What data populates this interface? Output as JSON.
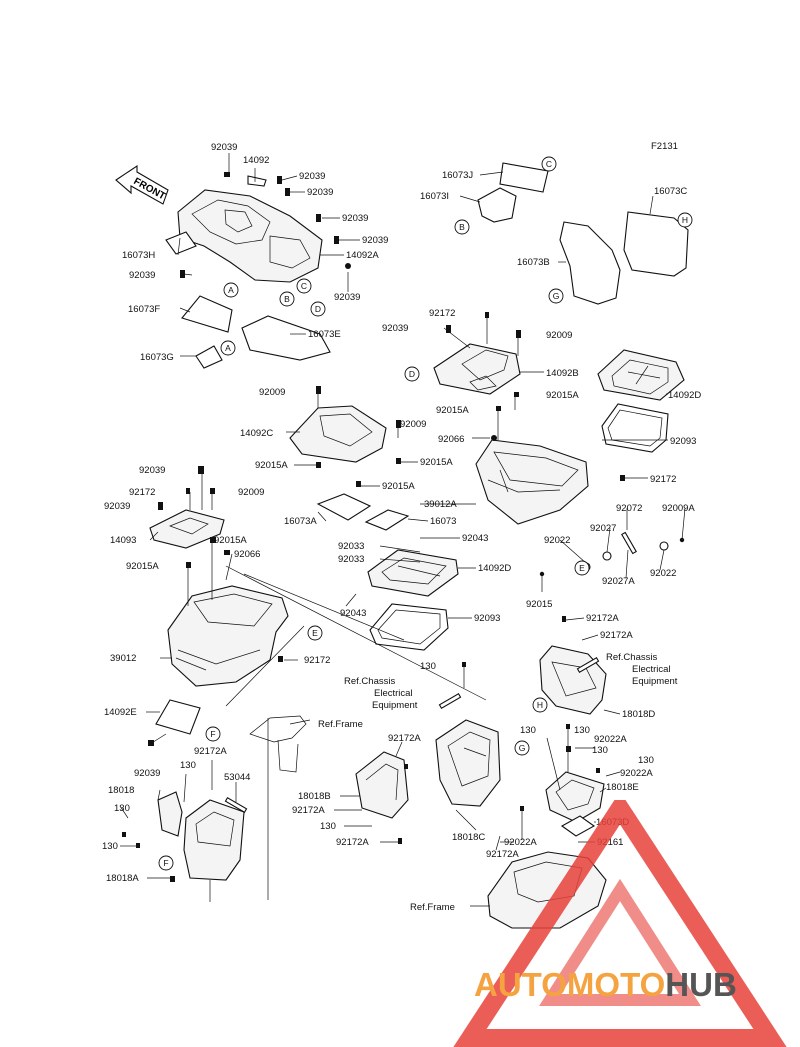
{
  "figure_code": "F2131",
  "front_label": "FRONT",
  "labels": [
    {
      "id": "l1",
      "text": "92039"
    },
    {
      "id": "l2",
      "text": "14092"
    },
    {
      "id": "l3",
      "text": "92039"
    },
    {
      "id": "l4",
      "text": "92039"
    },
    {
      "id": "l5",
      "text": "92039"
    },
    {
      "id": "l6",
      "text": "92039"
    },
    {
      "id": "l7",
      "text": "16073H"
    },
    {
      "id": "l8",
      "text": "14092A"
    },
    {
      "id": "l9",
      "text": "92039"
    },
    {
      "id": "l10",
      "text": "92039"
    },
    {
      "id": "l11",
      "text": "16073F"
    },
    {
      "id": "l12",
      "text": "16073E"
    },
    {
      "id": "l13",
      "text": "16073G"
    },
    {
      "id": "l14",
      "text": "16073J"
    },
    {
      "id": "l15",
      "text": "16073I"
    },
    {
      "id": "l16",
      "text": "16073C"
    },
    {
      "id": "l17",
      "text": "16073B"
    },
    {
      "id": "l18",
      "text": "92172"
    },
    {
      "id": "l19",
      "text": "92039"
    },
    {
      "id": "l20",
      "text": "92009"
    },
    {
      "id": "l21",
      "text": "14092B"
    },
    {
      "id": "l22",
      "text": "92015A"
    },
    {
      "id": "l23",
      "text": "14092D"
    },
    {
      "id": "l24",
      "text": "92015A"
    },
    {
      "id": "l25",
      "text": "92009"
    },
    {
      "id": "l26",
      "text": "14092C"
    },
    {
      "id": "l27",
      "text": "92009"
    },
    {
      "id": "l28",
      "text": "92066"
    },
    {
      "id": "l29",
      "text": "92093"
    },
    {
      "id": "l30",
      "text": "92015A"
    },
    {
      "id": "l31",
      "text": "92015A"
    },
    {
      "id": "l32",
      "text": "92172"
    },
    {
      "id": "l33",
      "text": "92015A"
    },
    {
      "id": "l34",
      "text": "39012A"
    },
    {
      "id": "l35",
      "text": "92039"
    },
    {
      "id": "l36",
      "text": "92072"
    },
    {
      "id": "l37",
      "text": "92009A"
    },
    {
      "id": "l38",
      "text": "92172"
    },
    {
      "id": "l39",
      "text": "92009"
    },
    {
      "id": "l40",
      "text": "92039"
    },
    {
      "id": "l41",
      "text": "16073A"
    },
    {
      "id": "l42",
      "text": "16073"
    },
    {
      "id": "l43",
      "text": "92027"
    },
    {
      "id": "l44",
      "text": "92022"
    },
    {
      "id": "l45",
      "text": "92043"
    },
    {
      "id": "l46",
      "text": "14093"
    },
    {
      "id": "l47",
      "text": "92015A"
    },
    {
      "id": "l48",
      "text": "92033"
    },
    {
      "id": "l49",
      "text": "92066"
    },
    {
      "id": "l50",
      "text": "92033"
    },
    {
      "id": "l51",
      "text": "14092D"
    },
    {
      "id": "l52",
      "text": "92027A"
    },
    {
      "id": "l53",
      "text": "92022"
    },
    {
      "id": "l54",
      "text": "92015A"
    },
    {
      "id": "l55",
      "text": "92015"
    },
    {
      "id": "l56",
      "text": "92043"
    },
    {
      "id": "l57",
      "text": "92093"
    },
    {
      "id": "l58",
      "text": "92172A"
    },
    {
      "id": "l59",
      "text": "92172A"
    },
    {
      "id": "l60",
      "text": "39012"
    },
    {
      "id": "l61",
      "text": "92172"
    },
    {
      "id": "l62",
      "text": "130"
    },
    {
      "id": "l63",
      "text": "18018D"
    },
    {
      "id": "l64",
      "text": "14092E"
    },
    {
      "id": "l65",
      "text": "130"
    },
    {
      "id": "l66",
      "text": "130"
    },
    {
      "id": "l67",
      "text": "92172A"
    },
    {
      "id": "l68",
      "text": "92022A"
    },
    {
      "id": "l69",
      "text": "130"
    },
    {
      "id": "l70",
      "text": "92039"
    },
    {
      "id": "l71",
      "text": "92172A"
    },
    {
      "id": "l72",
      "text": "130"
    },
    {
      "id": "l73",
      "text": "53044"
    },
    {
      "id": "l74",
      "text": "92022A"
    },
    {
      "id": "l75",
      "text": "18018"
    },
    {
      "id": "l76",
      "text": "18018B"
    },
    {
      "id": "l77",
      "text": "18018E"
    },
    {
      "id": "l78",
      "text": "130"
    },
    {
      "id": "l79",
      "text": "92172A"
    },
    {
      "id": "l80",
      "text": "130"
    },
    {
      "id": "l81",
      "text": "16073D"
    },
    {
      "id": "l82",
      "text": "18018C"
    },
    {
      "id": "l83",
      "text": "92022A"
    },
    {
      "id": "l84",
      "text": "92161"
    },
    {
      "id": "l85",
      "text": "130"
    },
    {
      "id": "l86",
      "text": "92172A"
    },
    {
      "id": "l87",
      "text": "130"
    },
    {
      "id": "l88",
      "text": "92172A"
    },
    {
      "id": "l89",
      "text": "18018A"
    }
  ],
  "refs": [
    {
      "id": "r1",
      "lines": [
        "Ref.Chassis",
        "Electrical",
        "Equipment"
      ]
    },
    {
      "id": "r2",
      "lines": [
        "Ref.Chassis",
        "Electrical",
        "Equipment"
      ]
    },
    {
      "id": "r3",
      "lines": [
        "Ref.Frame"
      ]
    },
    {
      "id": "r4",
      "lines": [
        "Ref.Frame"
      ]
    }
  ],
  "callouts": [
    {
      "id": "c1",
      "letter": "C"
    },
    {
      "id": "c2",
      "letter": "B"
    },
    {
      "id": "c3",
      "letter": "H"
    },
    {
      "id": "c4",
      "letter": "G"
    },
    {
      "id": "c5",
      "letter": "A"
    },
    {
      "id": "c6",
      "letter": "B"
    },
    {
      "id": "c7",
      "letter": "C"
    },
    {
      "id": "c8",
      "letter": "D"
    },
    {
      "id": "c9",
      "letter": "A"
    },
    {
      "id": "c10",
      "letter": "D"
    },
    {
      "id": "c11",
      "letter": "E"
    },
    {
      "id": "c12",
      "letter": "E"
    },
    {
      "id": "c13",
      "letter": "H"
    },
    {
      "id": "c14",
      "letter": "G"
    },
    {
      "id": "c15",
      "letter": "F"
    },
    {
      "id": "c16",
      "letter": "F"
    }
  ],
  "watermark": {
    "part1": "AUTO",
    "part2": "MOTO",
    "part3": "HUB",
    "color1": "#f4a340",
    "color2": "#555555",
    "triangle_color": "#e8413a"
  }
}
